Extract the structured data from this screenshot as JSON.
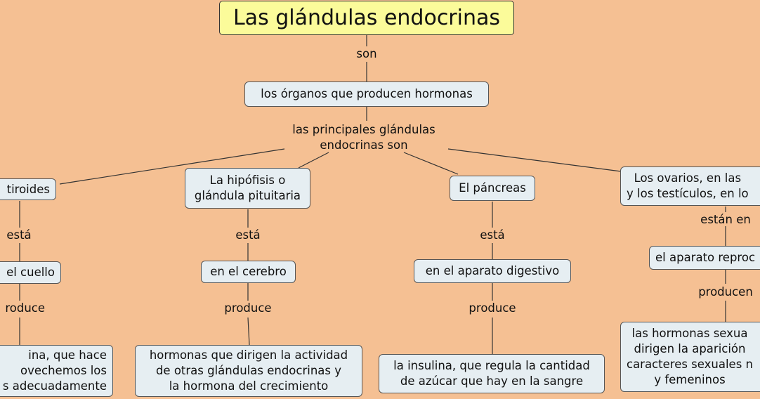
{
  "title": "Las glándulas endocrinas",
  "top": {
    "link_son": "son",
    "organs": "los órganos que producen hormonas",
    "link_principales": "las principales glándulas\nendocrinas son"
  },
  "branches": [
    {
      "gland": "tiroides",
      "link_esta": "está",
      "location": "el cuello",
      "link_produce": "roduce",
      "product": "ina, que hace\novechemos los\ns adecuadamente"
    },
    {
      "gland": "La hipófisis o\nglándula pituitaria",
      "link_esta": "está",
      "location": "en el cerebro",
      "link_produce": "produce",
      "product": "hormonas que dirigen la actividad\nde otras glándulas endocrinas y\nla hormona del crecimiento"
    },
    {
      "gland": "El páncreas",
      "link_esta": "está",
      "location": "en el aparato digestivo",
      "link_produce": "produce",
      "product": "la insulina, que regula la cantidad\nde azúcar que hay en la sangre"
    },
    {
      "gland": "Los ovarios, en las\ny los testículos, en lo",
      "link_esta": "están en",
      "location": "el aparato reproc",
      "link_produce": "producen",
      "product": "las hormonas sexua\ndirigen la aparición\ncaracteres sexuales n\ny femeninos"
    }
  ]
}
